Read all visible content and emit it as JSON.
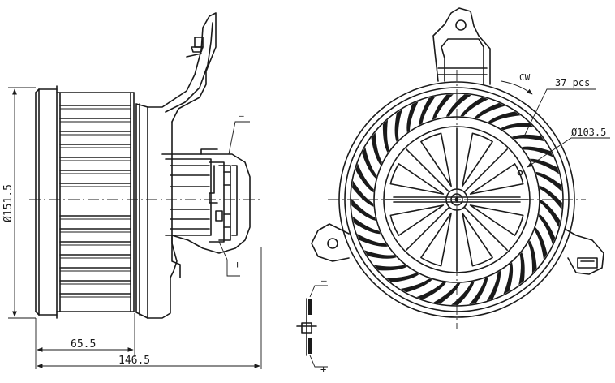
{
  "dimensions": {
    "diameter_label": "Ø151.5",
    "width_65": "65.5",
    "width_146": "146.5",
    "blade_count": "37 pcs",
    "rotor_diameter": "Ø103.5"
  },
  "annotations": {
    "rotation": "CW",
    "minus_top": "—",
    "plus_side": "+",
    "minus_conn": "—",
    "plus_conn": "+"
  }
}
